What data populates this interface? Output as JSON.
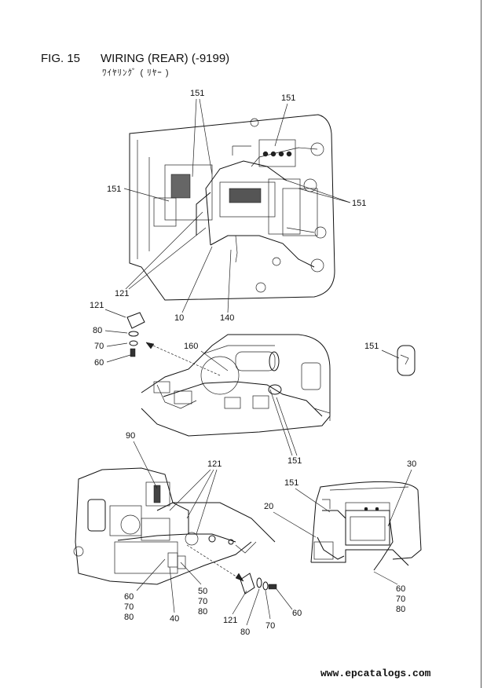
{
  "header": {
    "fig_no": "FIG. 15",
    "title": "WIRING (REAR) (-9199)",
    "subtitle": "ﾜｲﾔﾘﾝｸﾞ ( ﾘﾔｰ )"
  },
  "callouts": {
    "top": [
      "151",
      "151",
      "151",
      "151",
      "121",
      "10",
      "140"
    ],
    "clip": [
      "121",
      "80",
      "70",
      "60"
    ],
    "mid": [
      "160",
      "151",
      "151"
    ],
    "left_bottom": [
      "90",
      "121",
      "60",
      "70",
      "80",
      "40",
      "50",
      "70",
      "80"
    ],
    "bottom_parts": [
      "121",
      "80",
      "70",
      "60"
    ],
    "right_bottom": [
      "151",
      "20",
      "30",
      "60",
      "70",
      "80"
    ]
  },
  "footer": {
    "url": "www.epcatalogs.com"
  }
}
